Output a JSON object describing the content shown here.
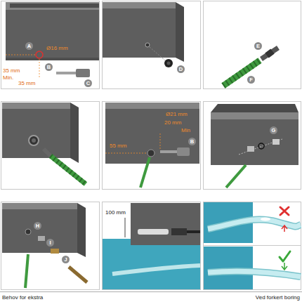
{
  "diagram": {
    "labels": [
      "A",
      "Ø16 mm",
      "35 mm",
      "Min.",
      "35 mm",
      "B",
      "C",
      "D",
      "E",
      "F",
      "Ø21 mm",
      "20 mm",
      "Min",
      "55 mm",
      "B",
      "G",
      "H",
      "I",
      "J",
      "100 mm",
      "Behov for ekstra",
      "Ved forkert boring"
    ]
  }
}
